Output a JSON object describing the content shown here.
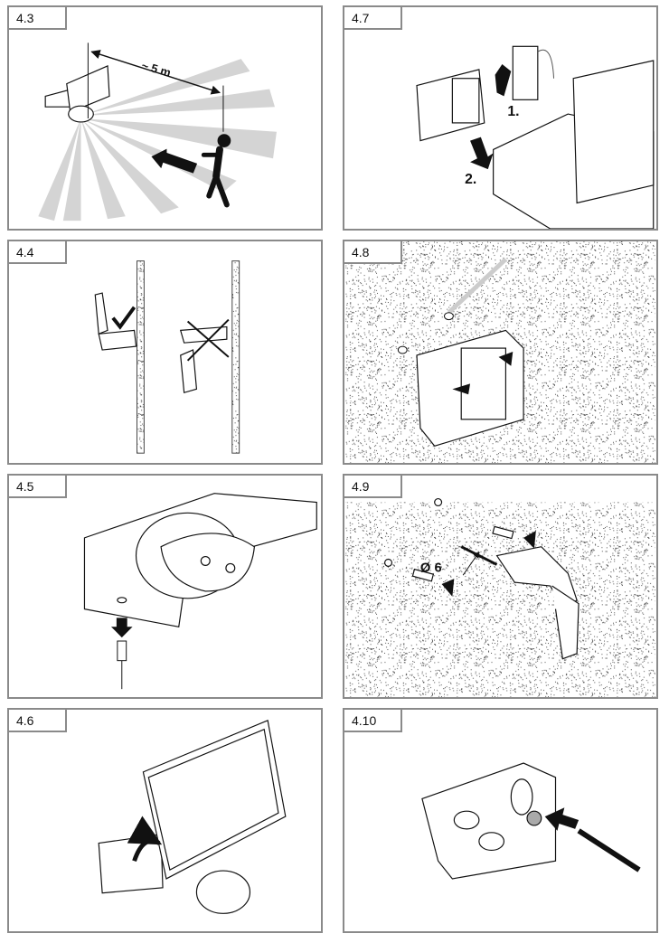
{
  "panels": {
    "p43": {
      "label": "4.3",
      "distance": "~ 5 m"
    },
    "p44": {
      "label": "4.4"
    },
    "p45": {
      "label": "4.5"
    },
    "p46": {
      "label": "4.6"
    },
    "p47": {
      "label": "4.7",
      "step1": "1.",
      "step2": "2."
    },
    "p48": {
      "label": "4.8"
    },
    "p49": {
      "label": "4.9",
      "diameter": "Ø 6"
    },
    "p410": {
      "label": "4.10"
    }
  }
}
